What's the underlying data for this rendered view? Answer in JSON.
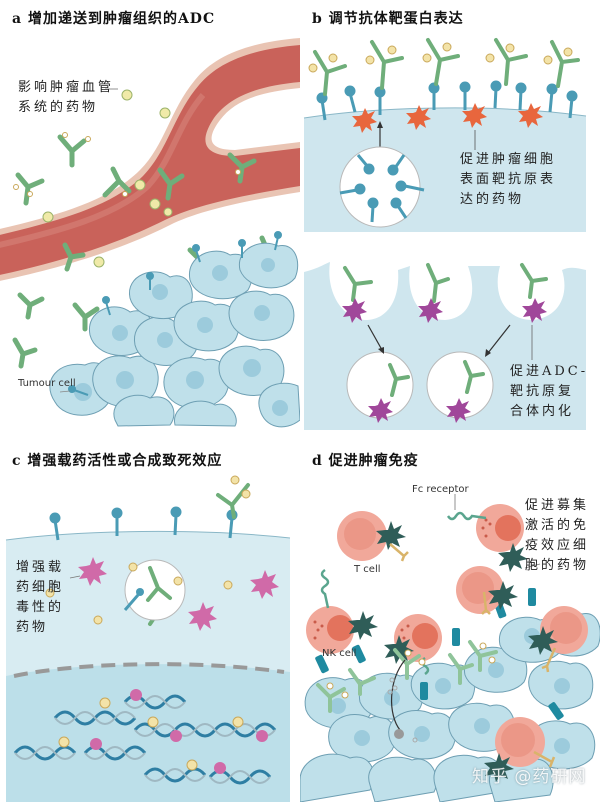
{
  "panels": {
    "a": {
      "letter": "a",
      "title": "a  增加递送到肿瘤组织的ADC",
      "label_lines": [
        "影响肿瘤血管",
        "系统的药物"
      ],
      "tumour_label": "Tumour cell"
    },
    "b": {
      "letter": "b",
      "title": "b  调节抗体靶蛋白表达",
      "label_top_lines": [
        "促进肿瘤细胞",
        "表面靶抗原表",
        "达的药物"
      ],
      "label_bottom_lines": [
        "促进ADC-",
        "靶抗原复",
        "合体内化"
      ]
    },
    "c": {
      "letter": "c",
      "title": "c  增强载药活性或合成致死效应",
      "label_lines": [
        "增强载",
        "药细胞",
        "毒性的",
        "药物"
      ]
    },
    "d": {
      "letter": "d",
      "title": "d  促进肿瘤免疫",
      "fc_receptor_label": "Fc receptor",
      "t_cell_label": "T cell",
      "nk_cell_label": "NK cell",
      "label_lines": [
        "促进募集",
        "激活的免",
        "疫效应细",
        "胞的药物"
      ]
    }
  },
  "watermark": "知乎 @药研网",
  "colors": {
    "vessel": "#c9625a",
    "vessel_edge": "#e9c4b3",
    "antibody": "#6fae7a",
    "payload": "#f3e3a8",
    "cell_blue": "#bfe0ea",
    "cell_edge": "#6e9fb3",
    "receptor": "#4a9bb5",
    "antigen_orange": "#e8663d",
    "antigen_purple": "#a0479a",
    "toxin_pink": "#d06aa8",
    "immune_cell": "#f1a89a",
    "immune_nucleus": "#e3735d",
    "dark_star": "#2f5d58"
  }
}
